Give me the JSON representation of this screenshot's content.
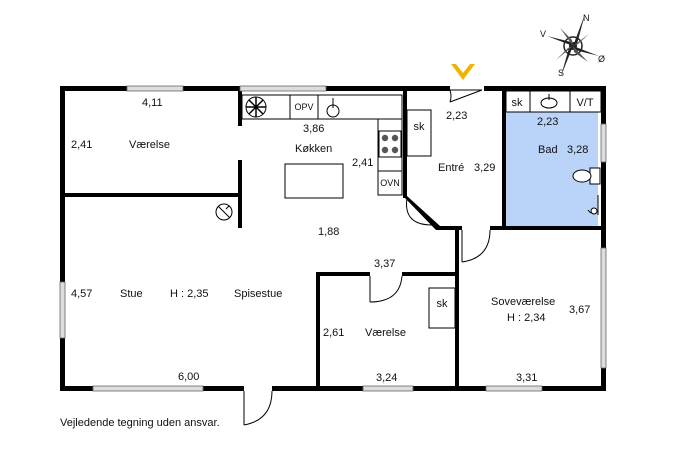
{
  "rooms": {
    "vaerelse1": {
      "name": "Værelse",
      "width": "4,11",
      "depth": "2,41"
    },
    "kokken": {
      "name": "Køkken",
      "width": "3,86",
      "depth": "2,41"
    },
    "entre": {
      "name": "Entré",
      "width": "2,23",
      "depth": "3,29"
    },
    "bad": {
      "name": "Bad",
      "width": "2,23",
      "depth": "3,28"
    },
    "stue": {
      "name": "Stue",
      "height_label": "H : 2,35",
      "width": "6,00",
      "depth": "4,57"
    },
    "spisestue": {
      "name": "Spisestue",
      "dim": "1,88"
    },
    "hall_dim": "3,37",
    "vaerelse2": {
      "name": "Værelse",
      "width": "3,24",
      "depth": "2,61"
    },
    "sovevaerelse": {
      "name": "Soveværelse",
      "height_label": "H : 2,34",
      "width": "3,31",
      "depth": "3,67"
    }
  },
  "fixtures": {
    "opv": "OPV",
    "ovn": "OVN",
    "sk": "sk",
    "vt": "V/T"
  },
  "compass": {
    "n": "N",
    "e": "Ø",
    "s": "S",
    "w": "V"
  },
  "disclaimer": "Vejledende tegning uden ansvar.",
  "colors": {
    "bath_fill": "#b9d3f9",
    "entrance_arrow": "#f0b400",
    "wall": "#000000"
  }
}
